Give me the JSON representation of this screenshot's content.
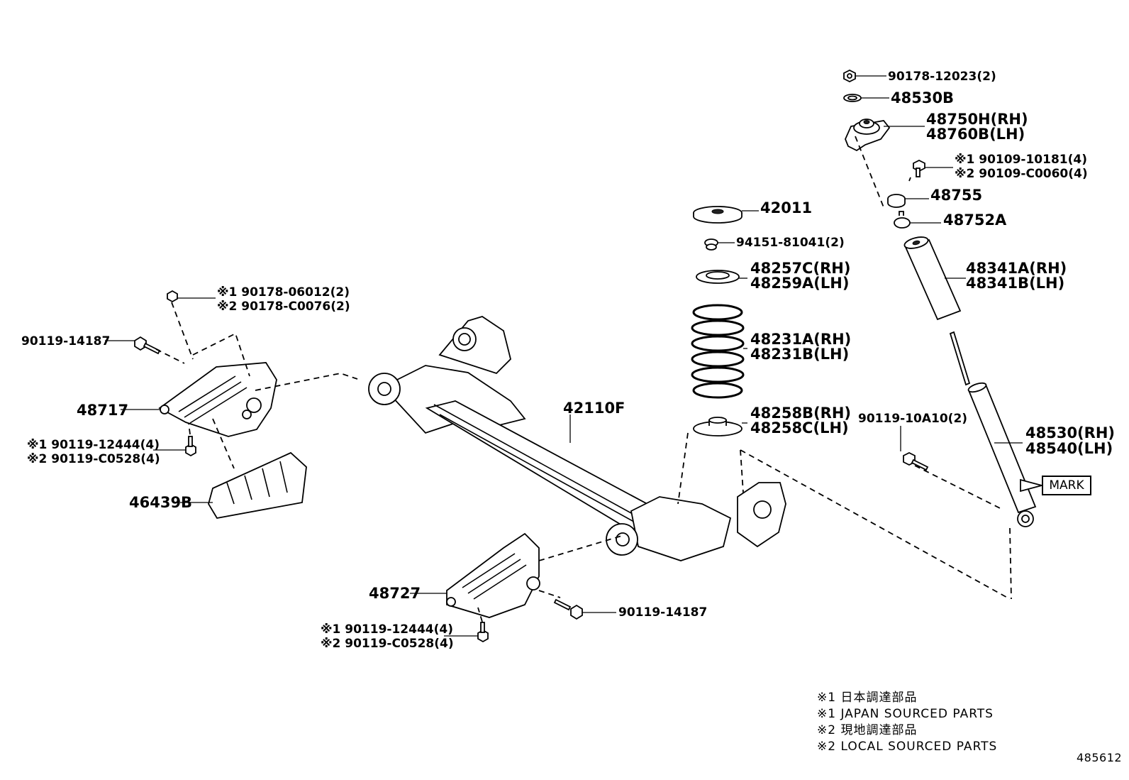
{
  "parts": {
    "p_90178_12023": "90178-12023(2)",
    "p_48530b": "48530B",
    "p_48750h_a": "48750H(RH)",
    "p_48750h_b": "48760B(LH)",
    "p_90109_a": "※1 90109-10181(4)",
    "p_90109_b": "※2 90109-C0060(4)",
    "p_48755": "48755",
    "p_48752a": "48752A",
    "p_48341_a": "48341A(RH)",
    "p_48341_b": "48341B(LH)",
    "p_90119_10a10": "90119-10A10(2)",
    "p_48530_a": "48530(RH)",
    "p_48530_b": "48540(LH)",
    "p_42011": "42011",
    "p_94151": "94151-81041(2)",
    "p_48257_a": "48257C(RH)",
    "p_48257_b": "48259A(LH)",
    "p_48231_a": "48231A(RH)",
    "p_48231_b": "48231B(LH)",
    "p_48258_a": "48258B(RH)",
    "p_48258_b": "48258C(LH)",
    "p_42110f": "42110F",
    "p_90178_a": "※1 90178-06012(2)",
    "p_90178_b": "※2 90178-C0076(2)",
    "p_90119_14187_top": "90119-14187",
    "p_48717": "48717",
    "p_90119_12444_top_a": "※1 90119-12444(4)",
    "p_90119_12444_top_b": "※2 90119-C0528(4)",
    "p_46439b": "46439B",
    "p_48727": "48727",
    "p_90119_14187_bot": "90119-14187",
    "p_90119_12444_bot_a": "※1 90119-12444(4)",
    "p_90119_12444_bot_b": "※2 90119-C0528(4)"
  },
  "mark_label": "MARK",
  "legend": [
    "※1 日本調達部品",
    "※1 JAPAN SOURCED PARTS",
    "※2 現地調達部品",
    "※2 LOCAL SOURCED PARTS"
  ],
  "diagram_id": "485612"
}
